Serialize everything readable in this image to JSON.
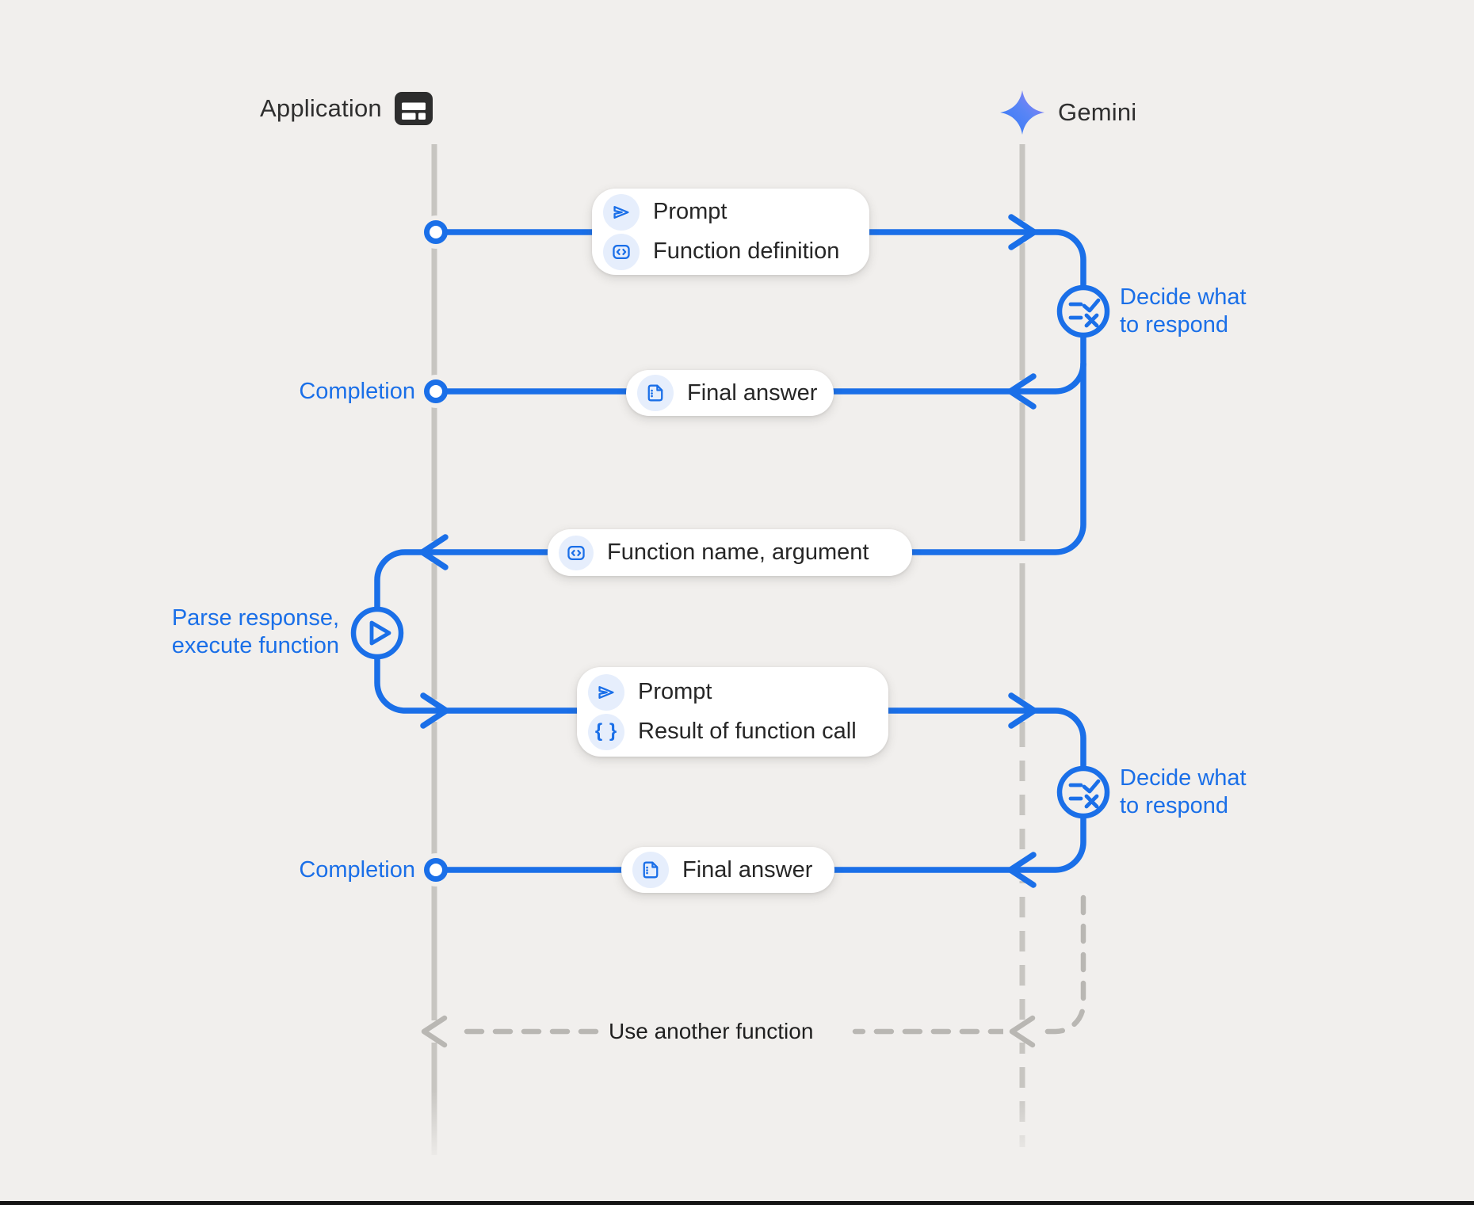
{
  "header": {
    "application": {
      "label": "Application",
      "icon": "browser-window-icon"
    },
    "gemini": {
      "label": "Gemini",
      "icon": "gemini-sparkle-icon"
    }
  },
  "messages": [
    {
      "rows": [
        {
          "icon": "send-icon",
          "label": "Prompt"
        },
        {
          "icon": "code-icon",
          "label": "Function definition"
        }
      ]
    },
    {
      "rows": [
        {
          "icon": "document-icon",
          "label": "Final answer"
        }
      ]
    },
    {
      "rows": [
        {
          "icon": "code-icon",
          "label": "Function name,  argument"
        }
      ]
    },
    {
      "rows": [
        {
          "icon": "send-icon",
          "label": "Prompt"
        },
        {
          "icon": "braces-icon",
          "label": "Result of function call"
        }
      ]
    },
    {
      "rows": [
        {
          "icon": "document-icon",
          "label": "Final answer"
        }
      ]
    }
  ],
  "annotations": {
    "completion_1": "Completion",
    "completion_2": "Completion",
    "decide_1": {
      "line1": "Decide what",
      "line2": "to respond"
    },
    "decide_2": {
      "line1": "Decide what",
      "line2": "to respond"
    },
    "parse": {
      "line1": "Parse response,",
      "line2": "execute function"
    },
    "use_another_function": "Use another function"
  },
  "icons": {
    "braces_glyph": "{ }",
    "decision_icon": "rule-checklist-icon",
    "execute_icon": "play-icon",
    "start_marker": "ring-marker"
  },
  "colors": {
    "accent_blue": "#1a6fe8",
    "lifeline_gray": "#c7c5c1",
    "dashed_gray": "#b9b7b3",
    "background": "#f1efed",
    "pill_icon_bg": "#e6eefc",
    "text_dark": "#262626"
  }
}
